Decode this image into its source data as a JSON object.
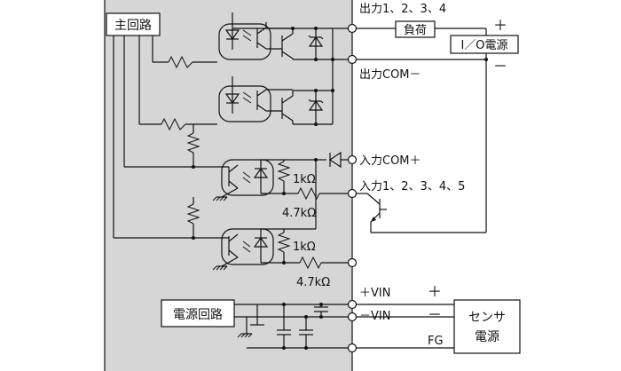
{
  "labels": {
    "main_circuit": "主回路",
    "power_circuit": "電源回路",
    "load": "負荷",
    "io_power": "I／O電源",
    "plus": "＋",
    "minus": "－",
    "output_channels": "出力1、2、3、4",
    "output_com": "出力COM－",
    "input_com": "入力COM＋",
    "input_channels": "入力1、2、3、4、5",
    "r1k_a": "1kΩ",
    "r47k_a": "4.7kΩ",
    "r1k_b": "1kΩ",
    "r47k_b": "4.7kΩ",
    "vin_plus": "＋VIN",
    "vin_minus": "－VIN",
    "fg": "FG",
    "sensor_power": "センサ\n電源",
    "sensor_plus": "＋",
    "sensor_minus": "－"
  }
}
